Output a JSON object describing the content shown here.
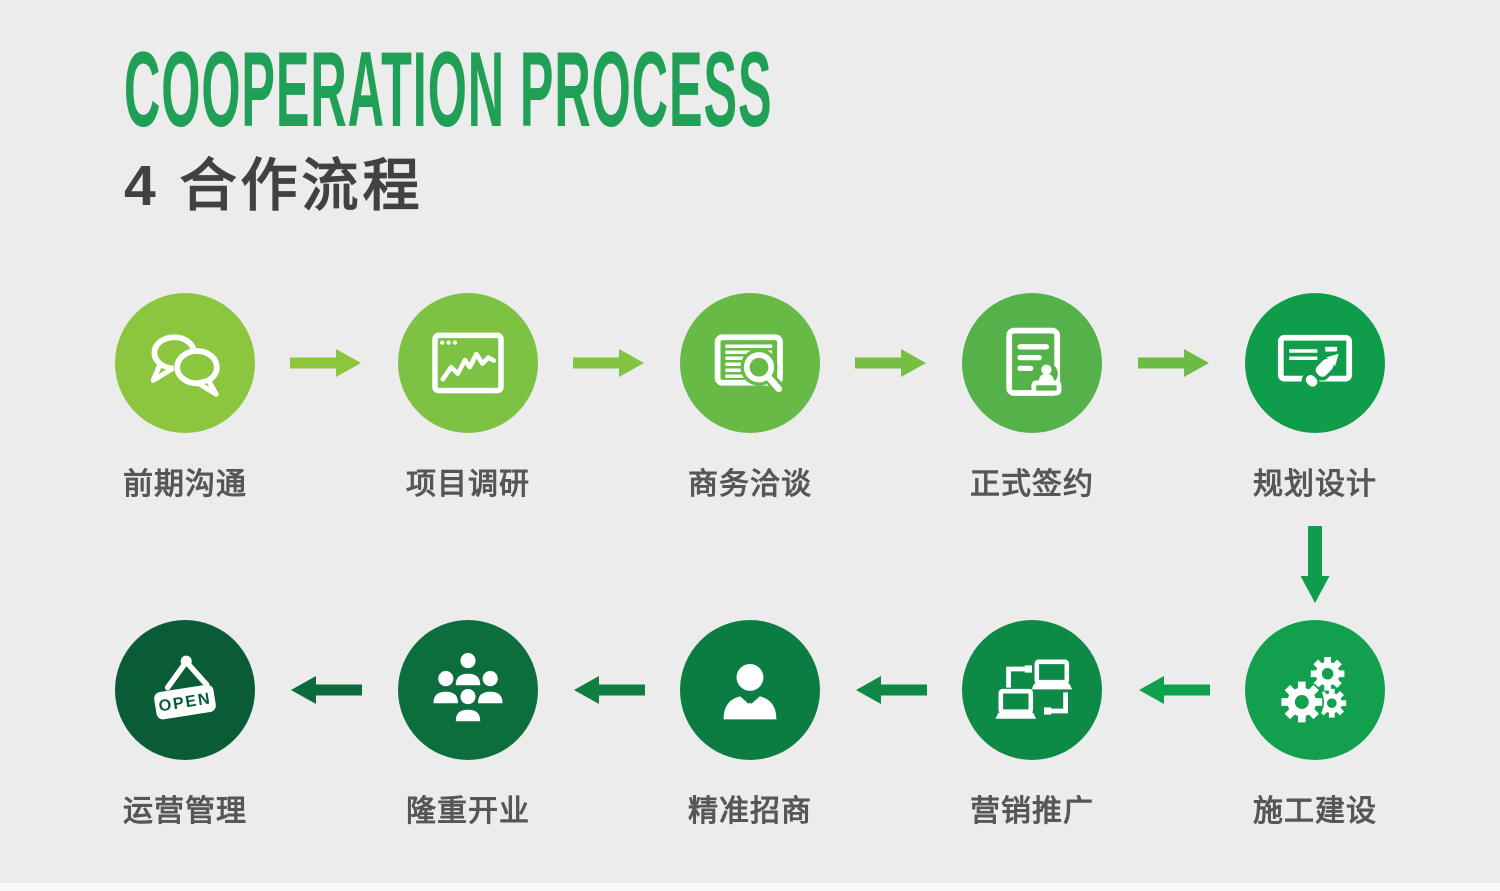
{
  "background_color": "#ECECEC",
  "header": {
    "title": "COOPERATION PROCESS",
    "subtitle": "4 合作流程",
    "title_color": "#1FA056",
    "subtitle_color": "#414042"
  },
  "label_color": "#565659",
  "steps": [
    {
      "label": "前期沟通",
      "icon": "chat-bubbles-icon",
      "color": "#8CC63F"
    },
    {
      "label": "项目调研",
      "icon": "browser-chart-icon",
      "color": "#7DC242"
    },
    {
      "label": "商务洽谈",
      "icon": "document-search-icon",
      "color": "#67BA45"
    },
    {
      "label": "正式签约",
      "icon": "contract-stamp-icon",
      "color": "#55B24A"
    },
    {
      "label": "规划设计",
      "icon": "plan-pen-icon",
      "color": "#0F9C4B"
    },
    {
      "label": "施工建设",
      "icon": "gears-icon",
      "color": "#12A04E"
    },
    {
      "label": "营销推广",
      "icon": "laptops-network-icon",
      "color": "#0E8A47"
    },
    {
      "label": "精准招商",
      "icon": "businessman-icon",
      "color": "#0C7D42"
    },
    {
      "label": "隆重开业",
      "icon": "people-group-icon",
      "color": "#0B6E3C"
    },
    {
      "label": "运营管理",
      "icon": "open-sign-icon",
      "color": "#095C35",
      "sign_text": "OPEN"
    }
  ],
  "flow": {
    "top_row_direction": "left-to-right",
    "bottom_row_direction": "right-to-left"
  },
  "arrows": {
    "top": [
      "#8CC63F",
      "#82C340",
      "#76BF42",
      "#6CBB44"
    ],
    "down": "#0F9C4B",
    "bottom": [
      "#0FA04E",
      "#0E8945",
      "#0D7F42",
      "#0B6B3D"
    ]
  }
}
